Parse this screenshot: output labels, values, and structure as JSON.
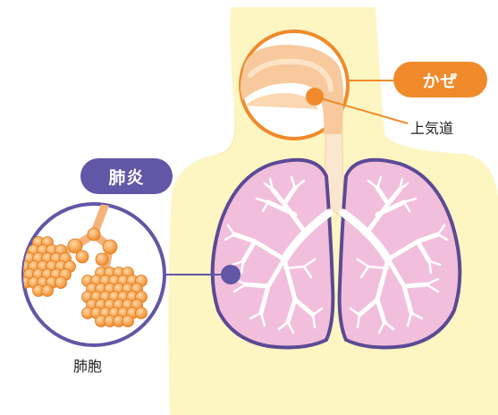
{
  "labels": {
    "cold": "かぜ",
    "upper_airway": "上気道",
    "pneumonia": "肺炎",
    "alveoli": "肺胞"
  },
  "colors": {
    "skin": "#fdf6c3",
    "lung_fill": "#f1bfdc",
    "lung_outline": "#5b4a94",
    "airway": "#fbe7cf",
    "bronchi": "#ffffff",
    "orange_accent": "#f08a2a",
    "purple_accent": "#6256a6",
    "alveoli_orange": "#f6a04a"
  }
}
